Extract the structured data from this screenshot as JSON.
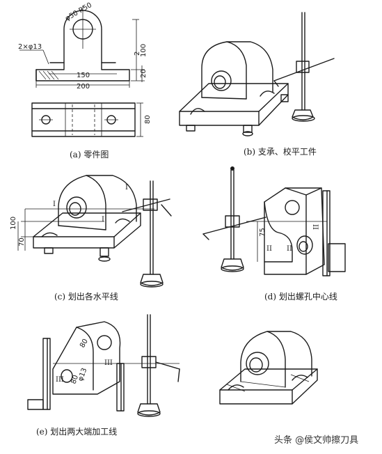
{
  "panels": {
    "a": {
      "caption": "(a) 零件图"
    },
    "b": {
      "caption": "(b) 支承、校平工件"
    },
    "c": {
      "caption": "(c) 划出各水平线"
    },
    "d": {
      "caption": "(d) 划出螺孔中心线"
    },
    "e": {
      "caption": "(e) 划出两大端加工线"
    }
  },
  "dimensions": {
    "holes": "2×φ13",
    "diameter_radius": "φ50 R50",
    "width_150": "150",
    "width_200": "200",
    "height_100": "100",
    "height_20": "20",
    "height_2": "2",
    "depth_80": "80",
    "c_100": "100",
    "c_70": "70",
    "d_75": "75",
    "e_phi13": "φ13",
    "e_80": "80"
  },
  "markers": {
    "I": "I",
    "II": "II",
    "III": "III"
  },
  "watermark": "头条 @侯文帅擦刀具"
}
